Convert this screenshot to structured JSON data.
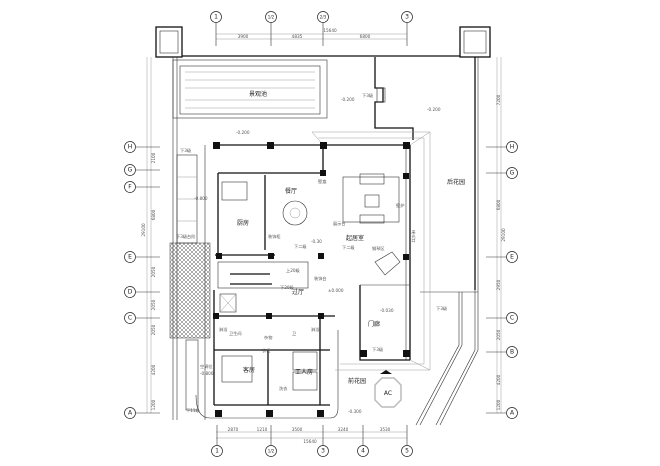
{
  "drawing": {
    "rooms": {
      "pool": "景观池",
      "kitchen": "厨房",
      "dining": "餐厅",
      "living": "起居室",
      "fireplace": "壁炉",
      "piano": "钢琴区",
      "hall": "过厅",
      "porch": "门廊",
      "guest_room": "客房",
      "worker_room": "工人房",
      "bathroom": "卫生间",
      "bath2": "卫",
      "back_garden": "后花园",
      "front_garden": "前花园",
      "display": "展示台",
      "display2": "装饰台",
      "cabinet": "装饰柜",
      "niche": "壁龛",
      "shower1": "淋浴",
      "shower2": "淋浴",
      "closet": "衣柜",
      "storage": "杂物",
      "laundry": "洗衣",
      "ac": "AC",
      "outdoor": "空调位"
    },
    "annotations": {
      "down3_top": "下3级",
      "down3_left": "下3级",
      "down3_stair": "下3级台阶",
      "down2_a": "下二级",
      "down2_b": "下二级",
      "up20": "上20级",
      "down20": "下20级",
      "down3_porch": "下3级",
      "down3_right": "下3级",
      "down11": "下11级",
      "side_text": "采光口"
    },
    "levels": {
      "l1": "-0.200",
      "l2": "-0.200",
      "l3": "-0.200",
      "l4": "-0.800",
      "l5": "-0.30",
      "l6": "±0.000",
      "l7": "-0.030",
      "l8": "-0.300",
      "l9": "-0.800"
    },
    "axes": {
      "top": [
        "1",
        "1/2",
        "2/3",
        "3"
      ],
      "bottom": [
        "1",
        "1/2",
        "3",
        "4",
        "5"
      ],
      "left": [
        "H",
        "G",
        "F",
        "E",
        "D",
        "C",
        "A"
      ],
      "right": [
        "H",
        "G",
        "E",
        "C",
        "B",
        "A"
      ]
    },
    "dimensions": {
      "top_total": "15640",
      "top": [
        "3900",
        "4835",
        "6800"
      ],
      "bottom_total": "15640",
      "bottom": [
        "2870",
        "1210",
        "3500",
        "3240",
        "3530"
      ],
      "left_total": "29100",
      "left": [
        "2100",
        "6800",
        "2050",
        "2050",
        "2050",
        "4200",
        "1200"
      ],
      "right_total": "29100",
      "right": [
        "7200",
        "6800",
        "2950",
        "2050",
        "4200",
        "1200"
      ]
    }
  }
}
